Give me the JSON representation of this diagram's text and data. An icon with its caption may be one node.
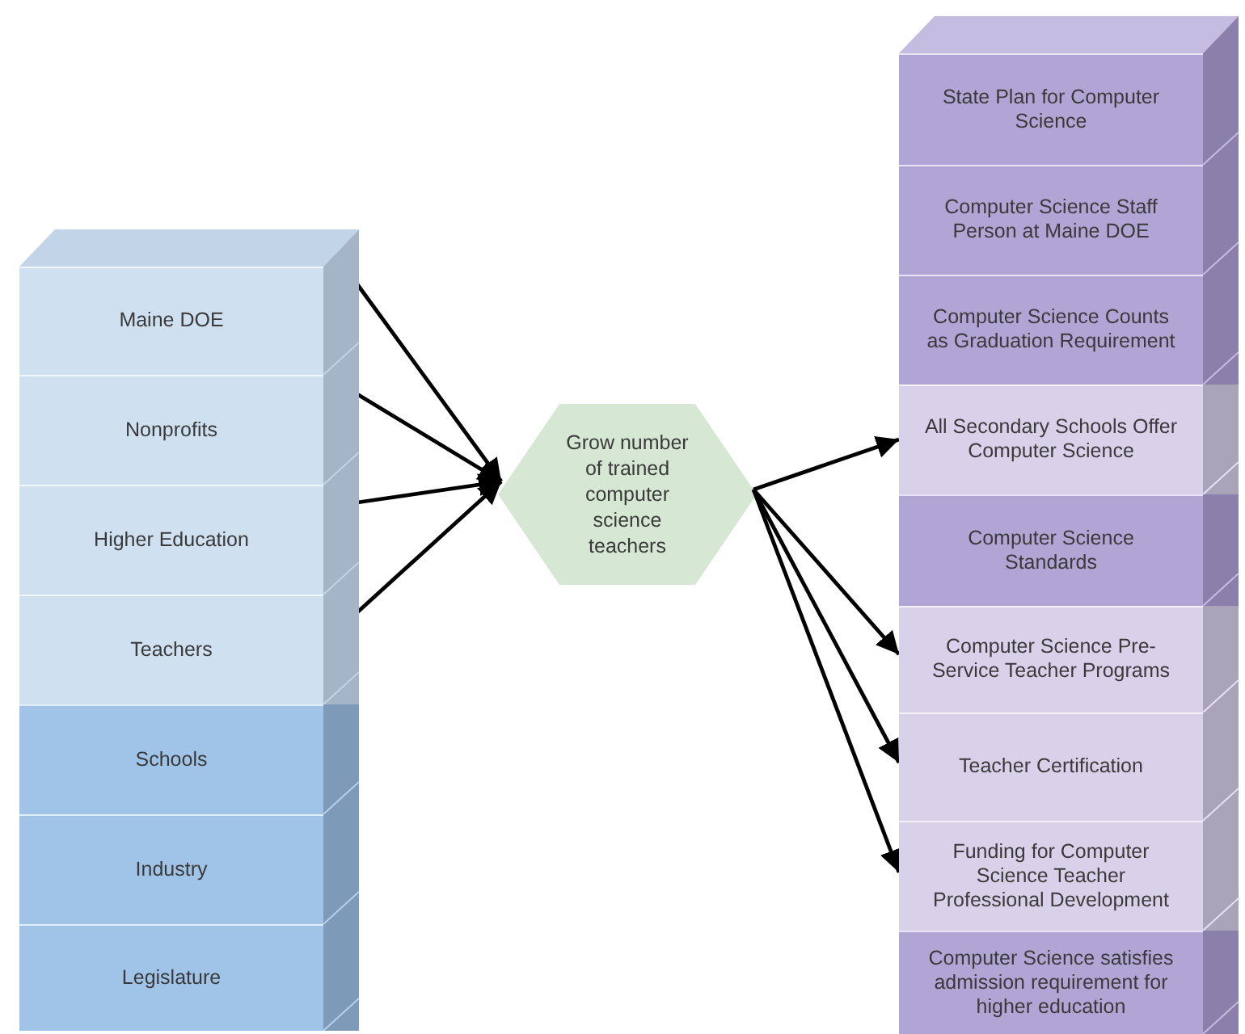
{
  "diagram": {
    "nodes": [
      {
        "text": [
          "Maine DOE"
        ]
      },
      {
        "text": [
          "Nonprofits"
        ]
      },
      {
        "text": [
          "Higher Education"
        ]
      },
      {
        "text": [
          "Teachers"
        ]
      },
      {
        "text": [
          "Schools"
        ]
      },
      {
        "text": [
          "Industry"
        ]
      },
      {
        "text": [
          "Legislature"
        ]
      },
      {
        "text": [
          "Grow number of trained computer science teachers"
        ]
      },
      {
        "text": [
          "State Plan for Computer Science"
        ]
      },
      {
        "text": [
          "Computer Science Staff Person at Maine DOE"
        ]
      },
      {
        "text": [
          "Computer Science Counts as Graduation Requirement"
        ]
      },
      {
        "text": [
          "All Secondary Schools Offer Computer Science"
        ]
      },
      {
        "text": [
          "Computer Science Standards"
        ]
      },
      {
        "text": [
          "Computer Science Pre-Service Teacher Programs"
        ]
      },
      {
        "text": [
          "Teacher Certification"
        ]
      },
      {
        "text": [
          "Funding for Computer Science Teacher Professional Development"
        ]
      },
      {
        "text": [
          "Computer Science satisfies admission requirement for higher education"
        ]
      }
    ],
    "edges": [
      {
        "from": 0,
        "to": 7,
        "arrow": "to"
      },
      {
        "from": 1,
        "to": 7,
        "arrow": "to"
      },
      {
        "from": 2,
        "to": 7,
        "arrow": "to"
      },
      {
        "from": 3,
        "to": 7,
        "arrow": "to"
      },
      {
        "from": 7,
        "to": 11,
        "arrow": "to"
      },
      {
        "from": 7,
        "to": 13,
        "arrow": "to"
      },
      {
        "from": 7,
        "to": 14,
        "arrow": "to"
      },
      {
        "from": 7,
        "to": 15,
        "arrow": "to"
      }
    ]
  }
}
